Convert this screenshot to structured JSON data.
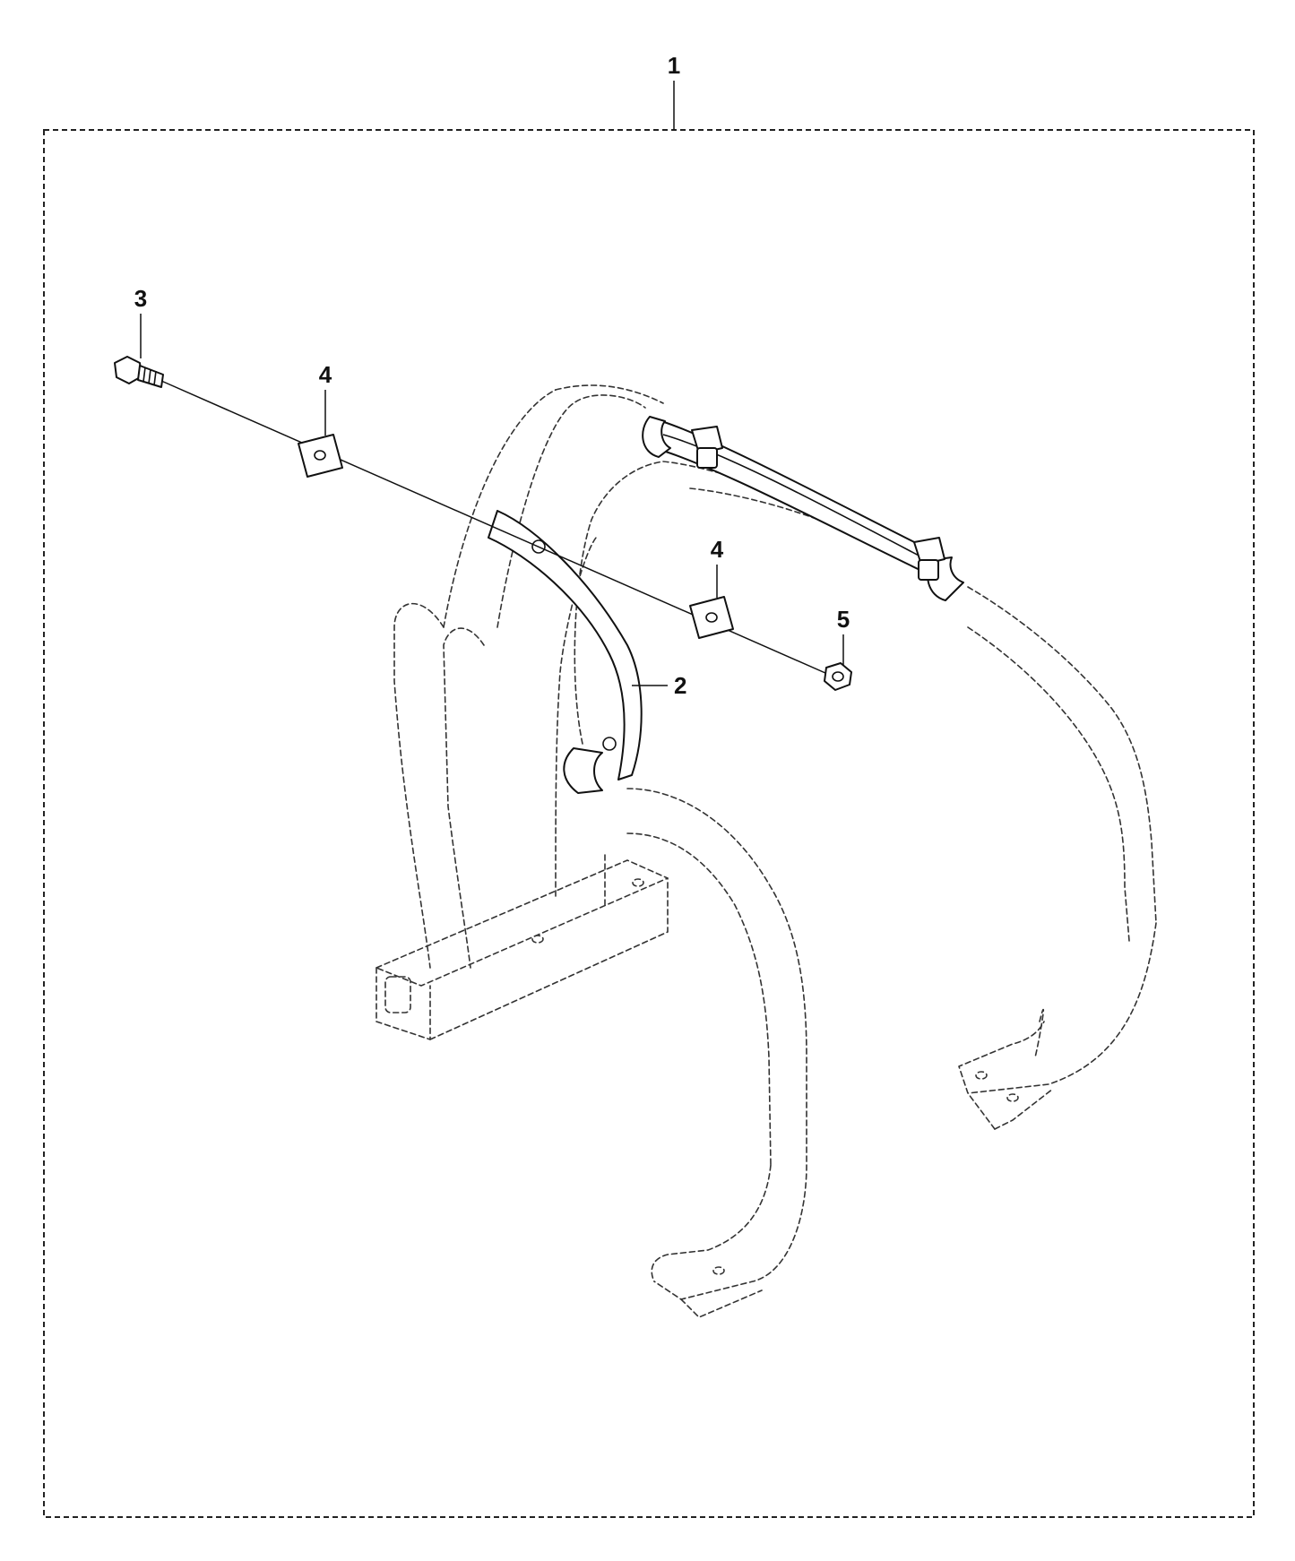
{
  "callouts": [
    {
      "id": "kit",
      "label": "1"
    },
    {
      "id": "bracket",
      "label": "2"
    },
    {
      "id": "bolt",
      "label": "3"
    },
    {
      "id": "washer-left",
      "label": "4"
    },
    {
      "id": "washer-right",
      "label": "4"
    },
    {
      "id": "nut",
      "label": "5"
    }
  ]
}
